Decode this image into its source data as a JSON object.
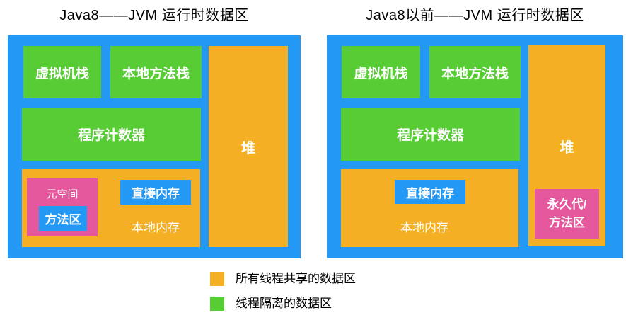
{
  "palette": {
    "blue": "#2399F5",
    "green": "#58CC34",
    "orange": "#F4AF25",
    "pink": "#E6589D",
    "title_text": "#000000",
    "box_text": "#FFFFFF"
  },
  "left": {
    "title": "Java8——JVM 运行时数据区",
    "vm_stack": "虚拟机栈",
    "native_method_stack": "本地方法栈",
    "pc_register": "程序计数器",
    "heap": "堆",
    "native_memory": "本地内存",
    "metaspace": "元空间",
    "method_area": "方法区",
    "direct_memory": "直接内存"
  },
  "right": {
    "title": "Java8以前——JVM 运行时数据区",
    "vm_stack": "虚拟机栈",
    "native_method_stack": "本地方法栈",
    "pc_register": "程序计数器",
    "heap": "堆",
    "native_memory": "本地内存",
    "direct_memory": "直接内存",
    "perm_gen_method_area": "永久代/\n方法区"
  },
  "legend": {
    "items": [
      {
        "label": "所有线程共享的数据区",
        "color": "#F4AF25",
        "color_name": "orange",
        "meaning": "shared-by-all-threads"
      },
      {
        "label": "线程隔离的数据区",
        "color": "#58CC34",
        "color_name": "green",
        "meaning": "thread-isolated"
      }
    ]
  }
}
